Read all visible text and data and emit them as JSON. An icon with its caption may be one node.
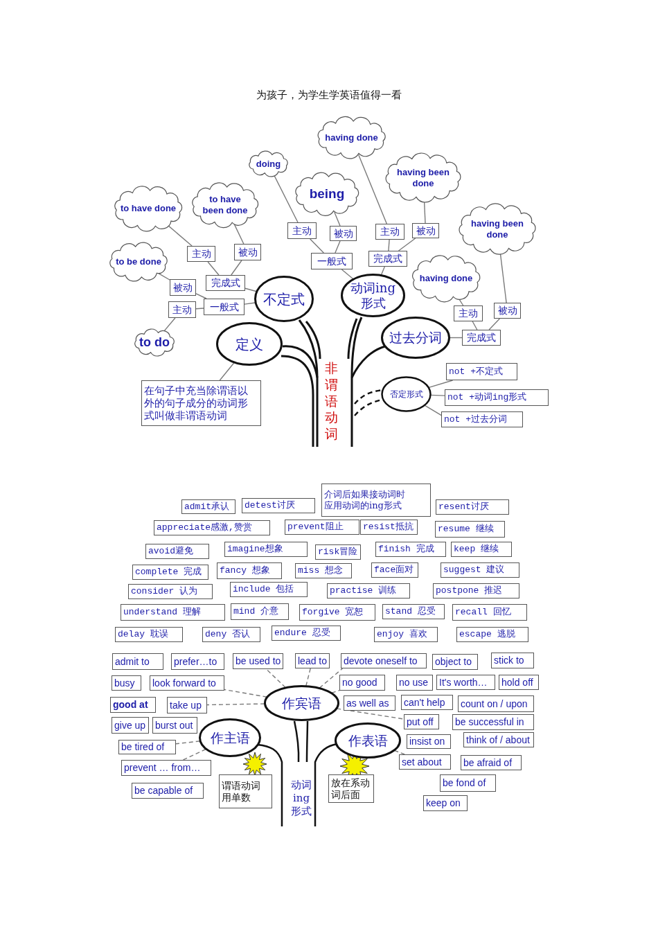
{
  "diagram": {
    "title": "为孩子，为学生学英语值得一看",
    "nodes": [
      {
        "text": [
          "不定式"
        ]
      },
      {
        "text": [
          "一般式"
        ]
      },
      {
        "text": [
          "完成式"
        ]
      },
      {
        "text": [
          "主动"
        ]
      },
      {
        "text": [
          "被动"
        ]
      },
      {
        "text": [
          "主动"
        ]
      },
      {
        "text": [
          "被动"
        ]
      },
      {
        "text": [
          "to do"
        ]
      },
      {
        "text": [
          "to be done"
        ]
      },
      {
        "text": [
          "to have done"
        ]
      },
      {
        "text": [
          "to have been done"
        ]
      },
      {
        "text": [
          "动词ing形式"
        ]
      },
      {
        "text": [
          "一般式"
        ]
      },
      {
        "text": [
          "完成式"
        ]
      },
      {
        "text": [
          "主动"
        ]
      },
      {
        "text": [
          "被动"
        ]
      },
      {
        "text": [
          "主动"
        ]
      },
      {
        "text": [
          "被动"
        ]
      },
      {
        "text": [
          "doing"
        ]
      },
      {
        "text": [
          "being"
        ]
      },
      {
        "text": [
          "having done"
        ]
      },
      {
        "text": [
          "having been done"
        ]
      },
      {
        "text": [
          "过去分词"
        ]
      },
      {
        "text": [
          "完成式"
        ]
      },
      {
        "text": [
          "主动"
        ]
      },
      {
        "text": [
          "被动"
        ]
      },
      {
        "text": [
          "having done"
        ]
      },
      {
        "text": [
          "having been done"
        ]
      },
      {
        "text": [
          "定义"
        ]
      },
      {
        "text": [
          "在句子中充当除谓语以外的句子成分的动词形式叫做非谓语动词"
        ]
      },
      {
        "text": [
          "否定形式"
        ]
      },
      {
        "text": [
          "not +不定式"
        ]
      },
      {
        "text": [
          "not +动词ing形式"
        ]
      },
      {
        "text": [
          "not +过去分词"
        ]
      },
      {
        "text": [
          "admit承认"
        ]
      },
      {
        "text": [
          "detest讨厌"
        ]
      },
      {
        "text": [
          "介词后如果接动词时应用动词的ing形式"
        ]
      },
      {
        "text": [
          "resent讨厌"
        ]
      },
      {
        "text": [
          "appreciate感激,赞赏"
        ]
      },
      {
        "text": [
          "prevent阻止"
        ]
      },
      {
        "text": [
          "resist抵抗"
        ]
      },
      {
        "text": [
          "resume 继续"
        ]
      },
      {
        "text": [
          "avoid避免"
        ]
      },
      {
        "text": [
          "imagine想象"
        ]
      },
      {
        "text": [
          "risk冒险"
        ]
      },
      {
        "text": [
          "finish 完成"
        ]
      },
      {
        "text": [
          "keep 继续"
        ]
      },
      {
        "text": [
          "complete 完成"
        ]
      },
      {
        "text": [
          "fancy 想象"
        ]
      },
      {
        "text": [
          "miss 想念"
        ]
      },
      {
        "text": [
          "face面对"
        ]
      },
      {
        "text": [
          "suggest 建议"
        ]
      },
      {
        "text": [
          "consider 认为"
        ]
      },
      {
        "text": [
          "include 包括"
        ]
      },
      {
        "text": [
          "practise 训练"
        ]
      },
      {
        "text": [
          "postpone 推迟"
        ]
      },
      {
        "text": [
          "understand 理解"
        ]
      },
      {
        "text": [
          "mind 介意"
        ]
      },
      {
        "text": [
          "forgive 宽恕"
        ]
      },
      {
        "text": [
          "stand 忍受"
        ]
      },
      {
        "text": [
          "recall 回忆"
        ]
      },
      {
        "text": [
          "delay 耽误"
        ]
      },
      {
        "text": [
          "deny 否认"
        ]
      },
      {
        "text": [
          "endure 忍受"
        ]
      },
      {
        "text": [
          "enjoy 喜欢"
        ]
      },
      {
        "text": [
          "escape 逃脱"
        ]
      },
      {
        "text": [
          "admit to"
        ]
      },
      {
        "text": [
          "prefer…to"
        ]
      },
      {
        "text": [
          "be used to"
        ]
      },
      {
        "text": [
          "lead to"
        ]
      },
      {
        "text": [
          "devote oneself to"
        ]
      },
      {
        "text": [
          "object to"
        ]
      },
      {
        "text": [
          "stick to"
        ]
      },
      {
        "text": [
          "busy"
        ]
      },
      {
        "text": [
          "look forward to"
        ]
      },
      {
        "text": [
          "no good"
        ]
      },
      {
        "text": [
          "no use"
        ]
      },
      {
        "text": [
          "It's worth…"
        ]
      },
      {
        "text": [
          "hold off"
        ]
      },
      {
        "text": [
          "good at"
        ]
      },
      {
        "text": [
          "take up"
        ]
      },
      {
        "text": [
          "作宾语"
        ]
      },
      {
        "text": [
          "as well as"
        ]
      },
      {
        "text": [
          "can't help"
        ]
      },
      {
        "text": [
          "count on / upon"
        ]
      },
      {
        "text": [
          "give up"
        ]
      },
      {
        "text": [
          "burst out"
        ]
      },
      {
        "text": [
          "put off"
        ]
      },
      {
        "text": [
          "be successful in"
        ]
      },
      {
        "text": [
          "作主语"
        ]
      },
      {
        "text": [
          "作表语"
        ]
      },
      {
        "text": [
          "be tired of"
        ]
      },
      {
        "text": [
          "insist on"
        ]
      },
      {
        "text": [
          "think of / about"
        ]
      },
      {
        "text": [
          "prevent … from…"
        ]
      },
      {
        "text": [
          "set about"
        ]
      },
      {
        "text": [
          "be afraid of"
        ]
      },
      {
        "text": [
          "be capable of"
        ]
      },
      {
        "text": [
          "谓语动词用单数"
        ]
      },
      {
        "text": [
          "放在系动词后面"
        ]
      },
      {
        "text": [
          "be fond of"
        ]
      },
      {
        "text": [
          "keep on"
        ]
      }
    ],
    "edges": [
      {
        "from": 0,
        "to": 1,
        "arrow": "none"
      },
      {
        "from": 0,
        "to": 2,
        "arrow": "none"
      },
      {
        "from": 1,
        "to": 3,
        "arrow": "none"
      },
      {
        "from": 1,
        "to": 4,
        "arrow": "none"
      },
      {
        "from": 2,
        "to": 5,
        "arrow": "none"
      },
      {
        "from": 2,
        "to": 6,
        "arrow": "none"
      },
      {
        "from": 3,
        "to": 7,
        "arrow": "none"
      },
      {
        "from": 4,
        "to": 8,
        "arrow": "none"
      },
      {
        "from": 5,
        "to": 9,
        "arrow": "none"
      },
      {
        "from": 6,
        "to": 10,
        "arrow": "none"
      },
      {
        "from": 11,
        "to": 12,
        "arrow": "none"
      },
      {
        "from": 11,
        "to": 13,
        "arrow": "none"
      },
      {
        "from": 12,
        "to": 14,
        "arrow": "none"
      },
      {
        "from": 12,
        "to": 15,
        "arrow": "none"
      },
      {
        "from": 13,
        "to": 16,
        "arrow": "none"
      },
      {
        "from": 13,
        "to": 17,
        "arrow": "none"
      },
      {
        "from": 14,
        "to": 18,
        "arrow": "none"
      },
      {
        "from": 15,
        "to": 19,
        "arrow": "none"
      },
      {
        "from": 16,
        "to": 20,
        "arrow": "none"
      },
      {
        "from": 17,
        "to": 21,
        "arrow": "none"
      },
      {
        "from": 22,
        "to": 23,
        "arrow": "none"
      },
      {
        "from": 23,
        "to": 24,
        "arrow": "none"
      },
      {
        "from": 23,
        "to": 25,
        "arrow": "none"
      },
      {
        "from": 24,
        "to": 26,
        "arrow": "none"
      },
      {
        "from": 25,
        "to": 27,
        "arrow": "none"
      },
      {
        "from": 28,
        "to": 29,
        "arrow": "none"
      },
      {
        "from": 30,
        "to": 31,
        "arrow": "none"
      },
      {
        "from": 30,
        "to": 32,
        "arrow": "none"
      },
      {
        "from": 30,
        "to": 33,
        "arrow": "none"
      },
      {
        "from": 81,
        "to": 68,
        "arrow": "none",
        "style": "dashed"
      },
      {
        "from": 81,
        "to": 69,
        "arrow": "none",
        "style": "dashed"
      },
      {
        "from": 81,
        "to": 70,
        "arrow": "none",
        "style": "dashed"
      },
      {
        "from": 81,
        "to": 75,
        "arrow": "none",
        "style": "dashed"
      },
      {
        "from": 81,
        "to": 74,
        "arrow": "none",
        "style": "dashed"
      },
      {
        "from": 81,
        "to": 80,
        "arrow": "none",
        "style": "dashed"
      },
      {
        "from": 81,
        "to": 87,
        "arrow": "none",
        "style": "dashed"
      },
      {
        "from": 89,
        "to": 91,
        "arrow": "none",
        "style": "dashed"
      },
      {
        "from": 89,
        "to": 94,
        "arrow": "none",
        "style": "dashed"
      },
      {
        "from": 90,
        "to": 95,
        "arrow": "none",
        "style": "dashed"
      }
    ],
    "labels": [
      "非谓语动词",
      "动词ing形式"
    ]
  }
}
